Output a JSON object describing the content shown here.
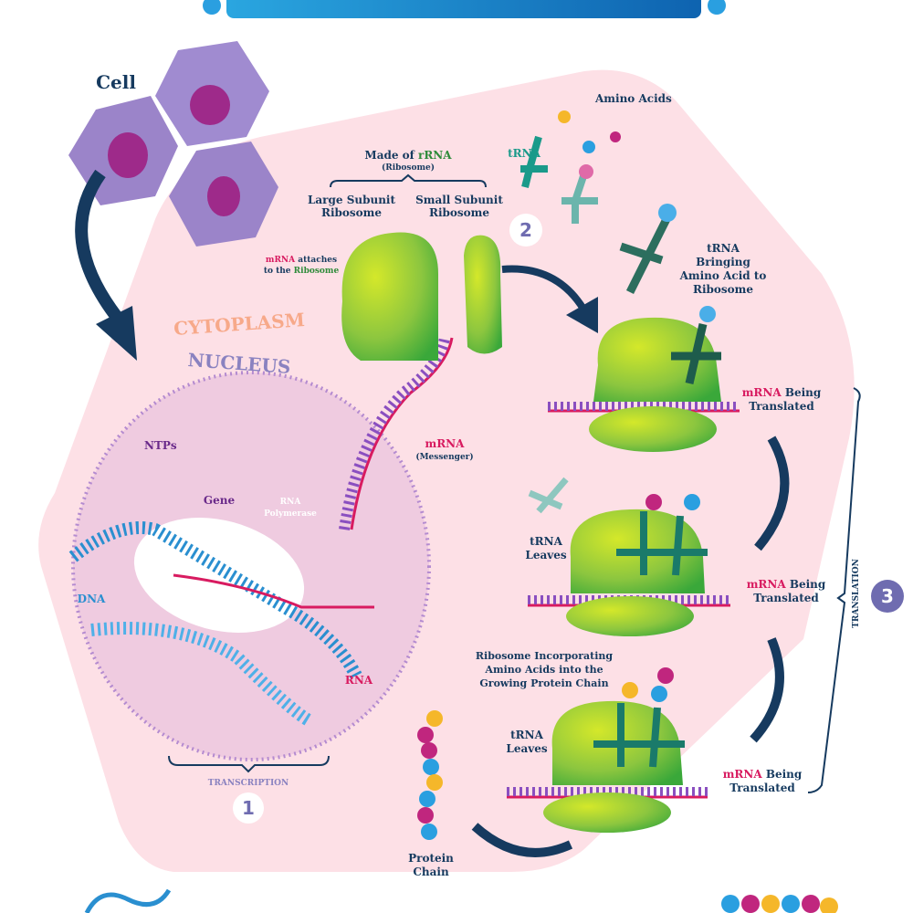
{
  "labels": {
    "cell": "Cell",
    "cytoplasm": "CYTOPLASM",
    "nucleus": "NUCLEUS",
    "ntps": "NTPs",
    "gene": "Gene",
    "rna_polymerase_1": "RNA",
    "rna_polymerase_2": "Polymerase",
    "dna": "DNA",
    "rna": "RNA",
    "mrna": "mRNA",
    "messenger": "(Messenger)",
    "made_of": "Made of ",
    "rrna": "rRNA",
    "ribosome_paren": "(Ribosome)",
    "large_subunit_1": "Large Subunit",
    "large_subunit_2": "Ribosome",
    "small_subunit_1": "Small Subunit",
    "small_subunit_2": "Ribosome",
    "mrna_attaches_red": "mRNA",
    "mrna_attaches_rest": " attaches",
    "to_the": "to the ",
    "ribosome_green": "Ribosome",
    "trna": "tRNA",
    "amino_acids": "Amino Acids",
    "trna_bringing": [
      "tRNA",
      "Bringing",
      "Amino Acid to",
      "Ribosome"
    ],
    "mrna_being_red": "mRNA",
    "being": " Being",
    "translated": "Translated",
    "trna_leaves_1": "tRNA",
    "trna_leaves_2": "Leaves",
    "incorporating": [
      "Ribosome Incorporating",
      "Amino Acids into the",
      "Growing Protein Chain"
    ],
    "translation": "TRANSLATION",
    "transcription": "TRANSCRIPTION",
    "protein_chain_1": "Protein",
    "protein_chain_2": "Chain"
  },
  "steps": {
    "one": "1",
    "two": "2",
    "three": "3"
  },
  "colors": {
    "navy": "#163a5f",
    "pink_bg": "#fde0e6",
    "nucleus": "#e9c9dc",
    "ribosome_green": "#8cc63f",
    "mrna_red": "#d81b60",
    "step_badge": "#6f6cb0",
    "cell_purple": "#9b84c9"
  }
}
